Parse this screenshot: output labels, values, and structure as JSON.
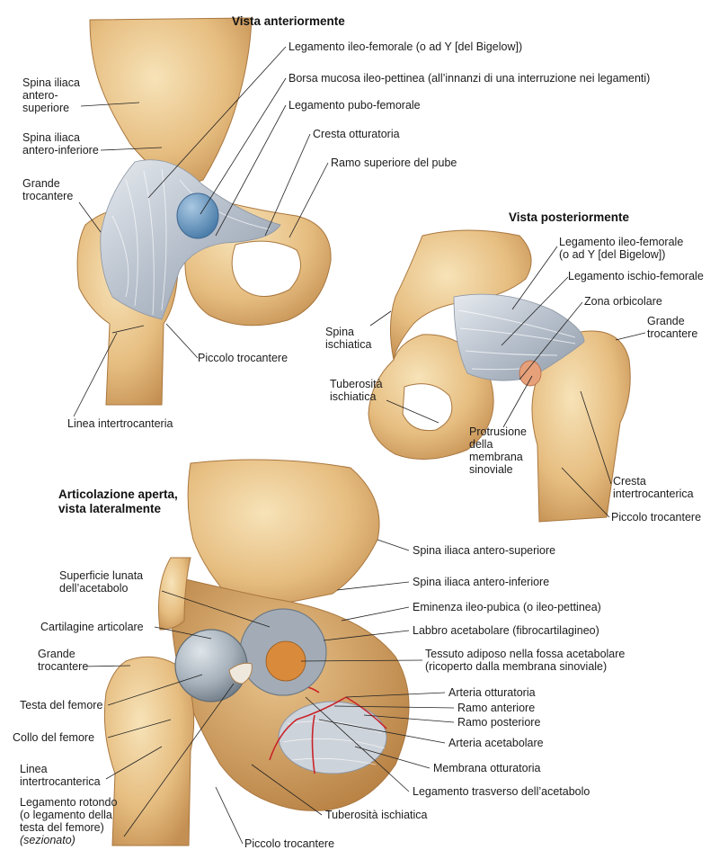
{
  "colors": {
    "bone": "#e8c48a",
    "bone_light": "#f3dcae",
    "bone_shadow": "#c9985a",
    "ligament": "#b9c2cf",
    "ligament_light": "#dfe4ea",
    "bursa": "#6e9cc4",
    "cartilage": "#a8b3bd",
    "membrane": "#c9cfd6",
    "artery": "#c8242a",
    "fat": "#d98a3a",
    "leader": "#222222"
  },
  "headings": {
    "anterior": "Vista anteriormente",
    "posterior": "Vista posteriormente",
    "lateral_1": "Articolazione aperta,",
    "lateral_2": "vista lateralmente"
  },
  "anterior": {
    "lig_ileofemorale": "Legamento ileo-femorale (o ad Y [del Bigelow])",
    "borsa": "Borsa mucosa ileo-pettinea (all’innanzi di una interruzione nei legamenti)",
    "lig_pubofemorale": "Legamento pubo-femorale",
    "cresta_otturatoria": "Cresta otturatoria",
    "ramo_sup_pube": "Ramo superiore del pube",
    "spina_ant_sup": "Spina iliaca\nantero-\nsuperiore",
    "spina_ant_inf": "Spina iliaca\nantero-inferiore",
    "grande_trocantere": "Grande\ntrocantere",
    "piccolo_trocantere": "Piccolo trocantere",
    "linea_intertroc": "Linea intertrocanteria"
  },
  "posterior": {
    "lig_ileofemorale": "Legamento ileo-femorale\n(o ad Y [del Bigelow])",
    "lig_ischiofemorale": "Legamento ischio-femorale",
    "zona_orbicolare": "Zona orbicolare",
    "spina_ischiatica": "Spina\nischiatica",
    "grande_trocantere": "Grande\ntrocantere",
    "tuberosita": "Tuberosità\nischiatica",
    "protrusione": "Protrusione\ndella\nmembrana\nsinoviale",
    "cresta_intertroc": "Cresta\nintertrocanterica",
    "piccolo_trocantere": "Piccolo trocantere"
  },
  "lateral": {
    "spina_ant_sup": "Spina iliaca antero-superiore",
    "spina_ant_inf": "Spina iliaca antero-inferiore",
    "eminenza": "Eminenza ileo-pubica (o ileo-pettinea)",
    "labbro": "Labbro acetabolare (fibrocartilagineo)",
    "tessuto_adiposo": "Tessuto adiposo nella fossa acetabolare\n(ricoperto dalla membrana sinoviale)",
    "arteria_otturatoria": "Arteria otturatoria",
    "ramo_anteriore": "Ramo anteriore",
    "ramo_posteriore": "Ramo posteriore",
    "arteria_acetabolare": "Arteria acetabolare",
    "membrana_otturatoria": "Membrana otturatoria",
    "lig_trasverso": "Legamento trasverso dell’acetabolo",
    "tuberosita": "Tuberosità ischiatica",
    "piccolo_trocantere": "Piccolo trocantere",
    "superficie_lunata": "Superficie lunata\ndell’acetabolo",
    "cartilagine": "Cartilagine articolare",
    "grande_trocantere": "Grande\ntrocantere",
    "testa_femore": "Testa del femore",
    "collo_femore": "Collo del femore",
    "linea_intertroc": "Linea\nintertrocanterica",
    "lig_rotondo": "Legamento rotondo\n(o legamento della\ntesta del femore)",
    "sezionato": "(sezionato)"
  }
}
